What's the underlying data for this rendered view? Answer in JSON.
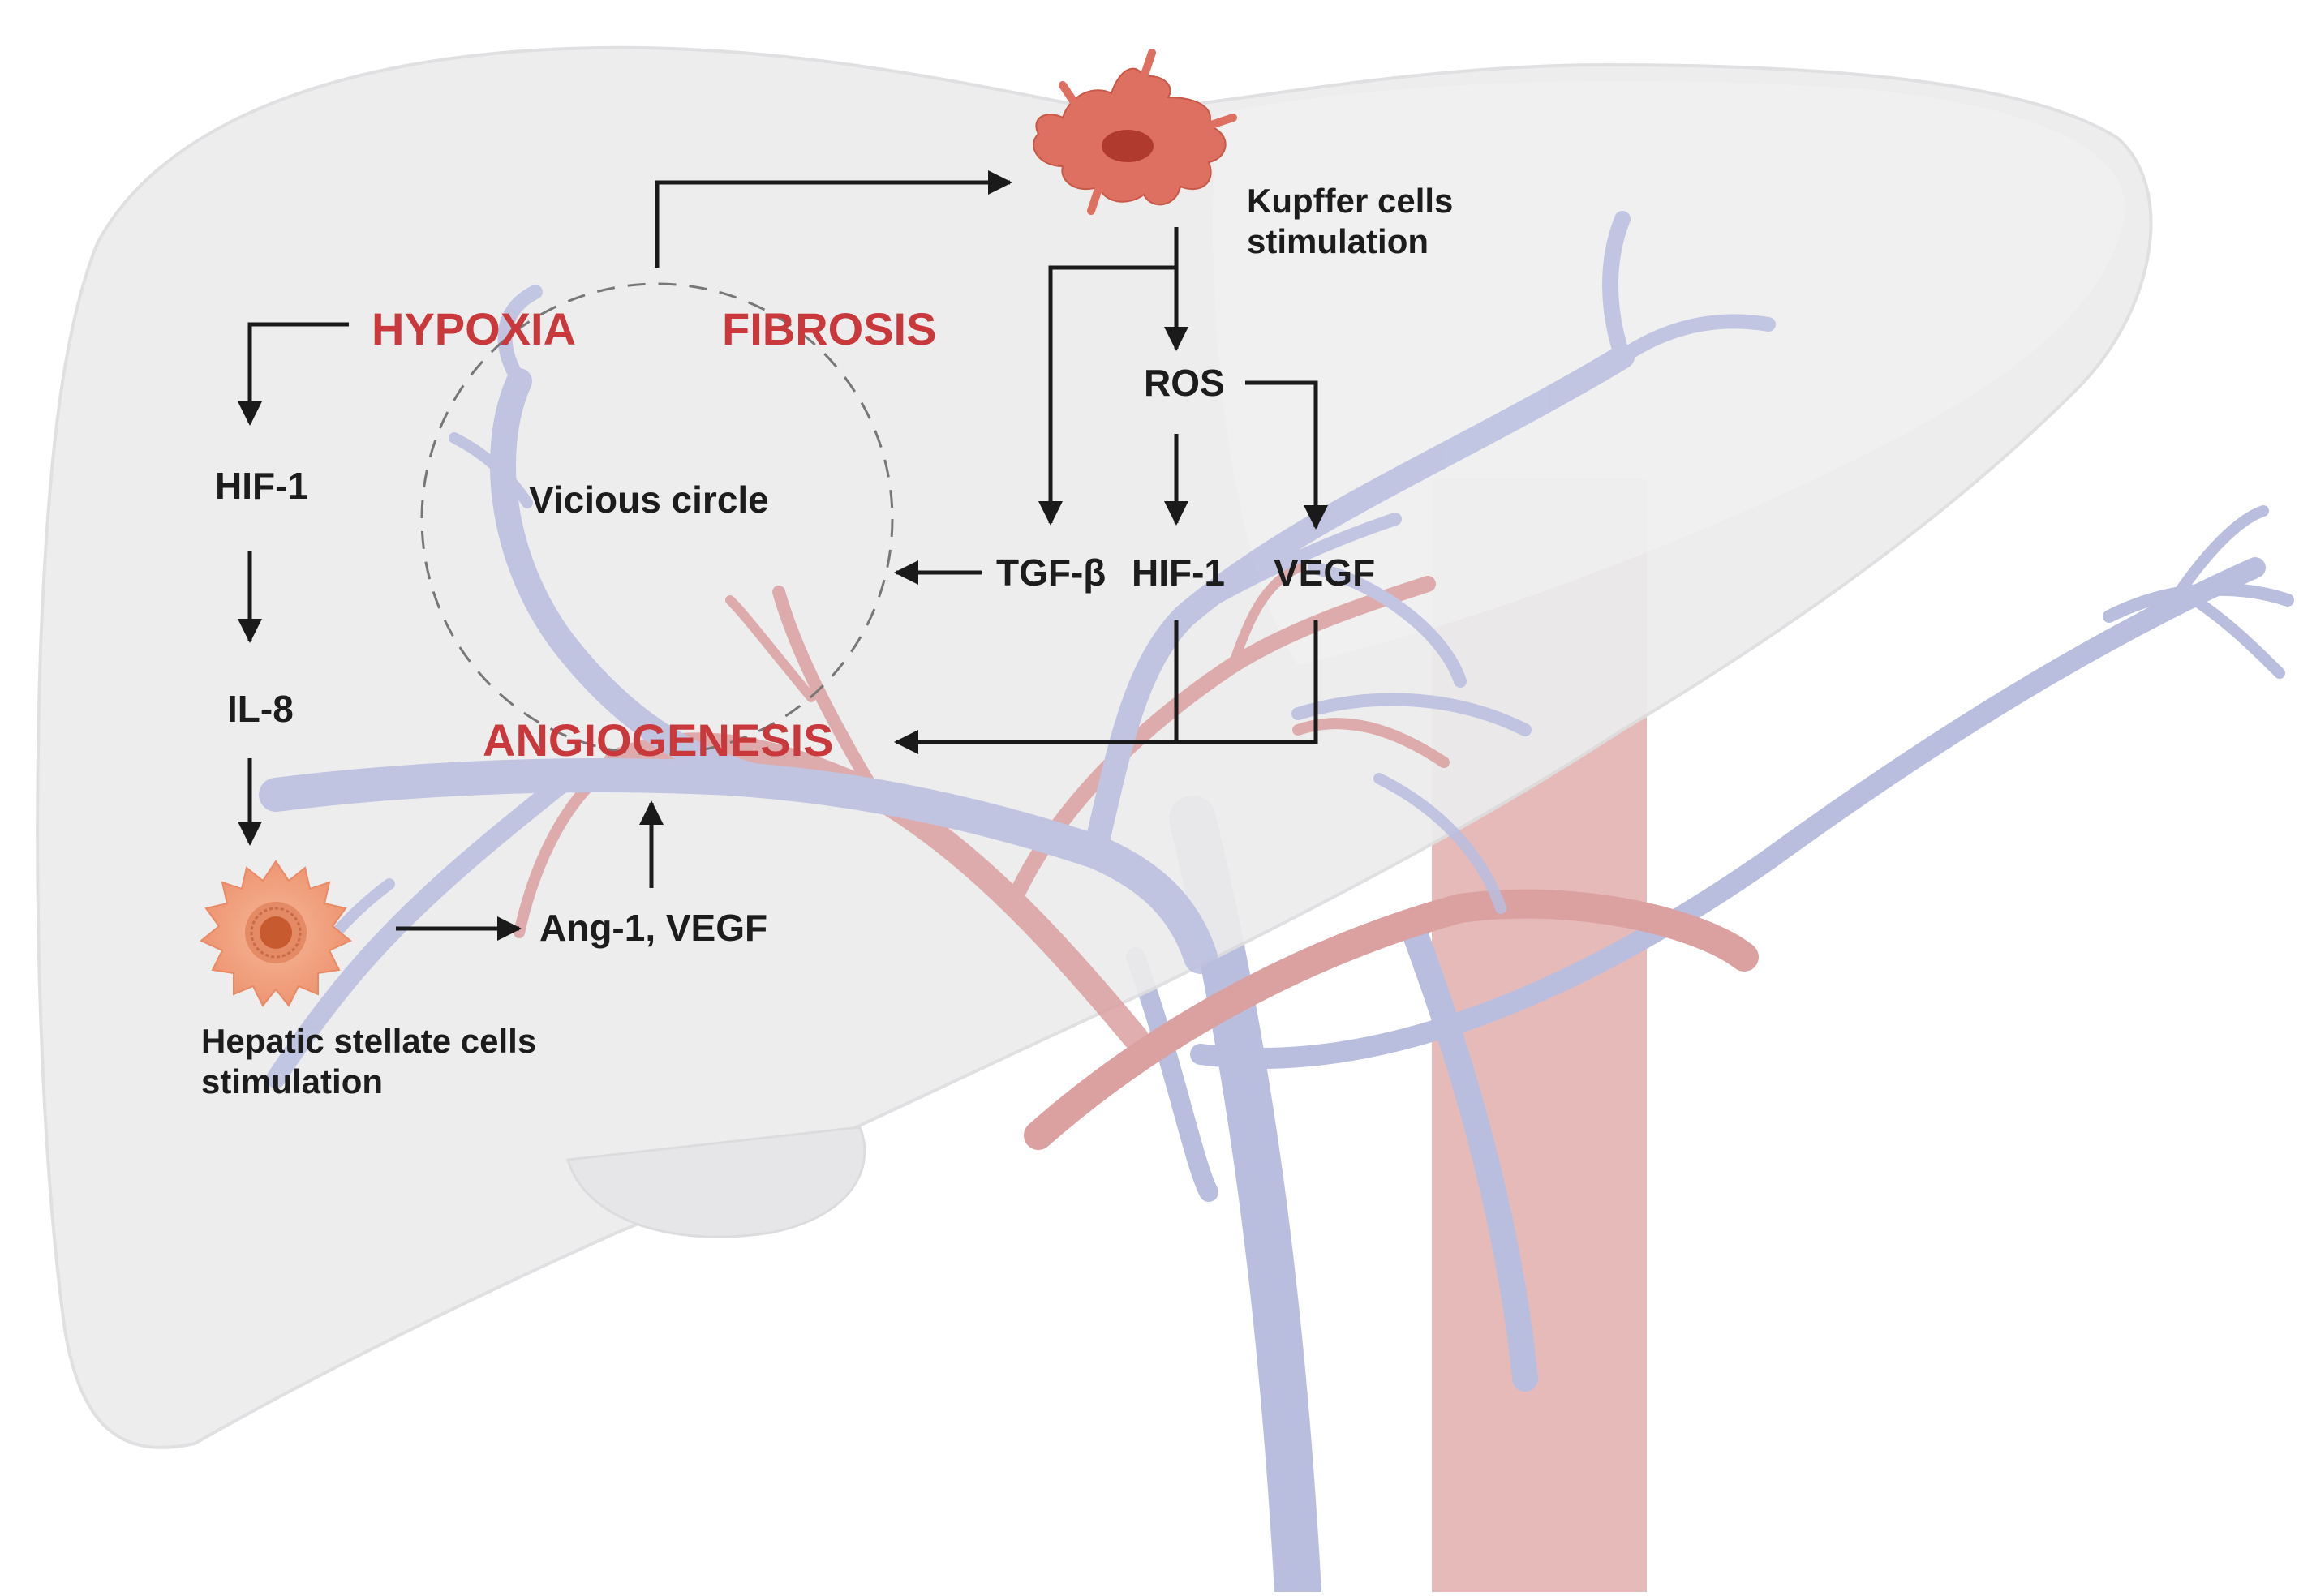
{
  "diagram": {
    "concepts": {
      "hypoxia": "HYPOXIA",
      "fibrosis": "FIBROSIS",
      "angiogenesis": "ANGIOGENESIS",
      "vicious_circle": "Vicious circle"
    },
    "left_pathway": {
      "hif1": "HIF-1",
      "il8": "IL-8",
      "ang_vegf": "Ang-1, VEGF",
      "stellate_line1": "Hepatic stellate cells",
      "stellate_line2": "stimulation"
    },
    "right_pathway": {
      "kupffer_line1": "Kupffer cells",
      "kupffer_line2": "stimulation",
      "ros": "ROS",
      "tgf": "TGF-β",
      "hif1": "HIF-1",
      "vegf": "VEGF"
    },
    "colors": {
      "concept_red": "#c9393c",
      "text_black": "#1c1c1c",
      "liver_fill": "#ededee",
      "vein_blue": "#b9bedf",
      "artery_red": "#dba0a0",
      "cell_orange": "#f0a07a",
      "kupffer_red": "#dd7060"
    },
    "icons": [
      "liver-icon",
      "hepatic-stellate-cell-icon",
      "kupffer-cell-icon",
      "blood-vessels-icon"
    ]
  }
}
